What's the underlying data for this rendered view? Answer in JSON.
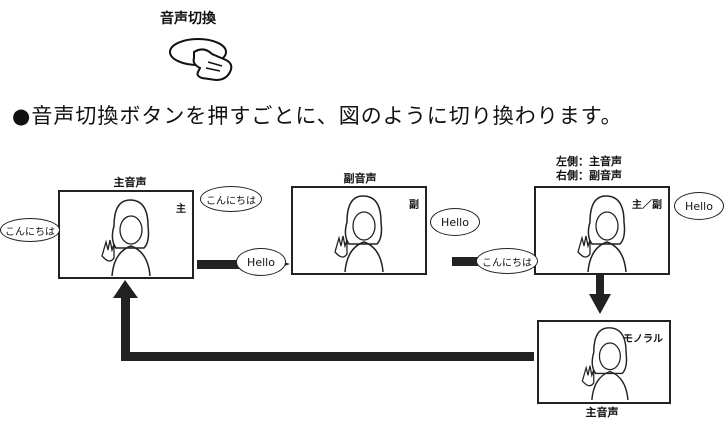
{
  "header": {
    "button_title": "音声切換",
    "instruction": "●音声切換ボタンを押すごとに、図のように切り換わります。"
  },
  "icons": {
    "press_button": "hand-pressing-button-icon"
  },
  "screens": [
    {
      "label": "主音声",
      "mode": "主"
    },
    {
      "label": "副音声",
      "mode": "副"
    },
    {
      "label_line1": "左側：主音声",
      "label_line2": "右側：副音声",
      "mode": "主／副"
    },
    {
      "label": "主音声",
      "mode": "モノラル"
    }
  ],
  "bubbles": {
    "konnichiwa": "こんにちは",
    "hello": "Hello"
  }
}
